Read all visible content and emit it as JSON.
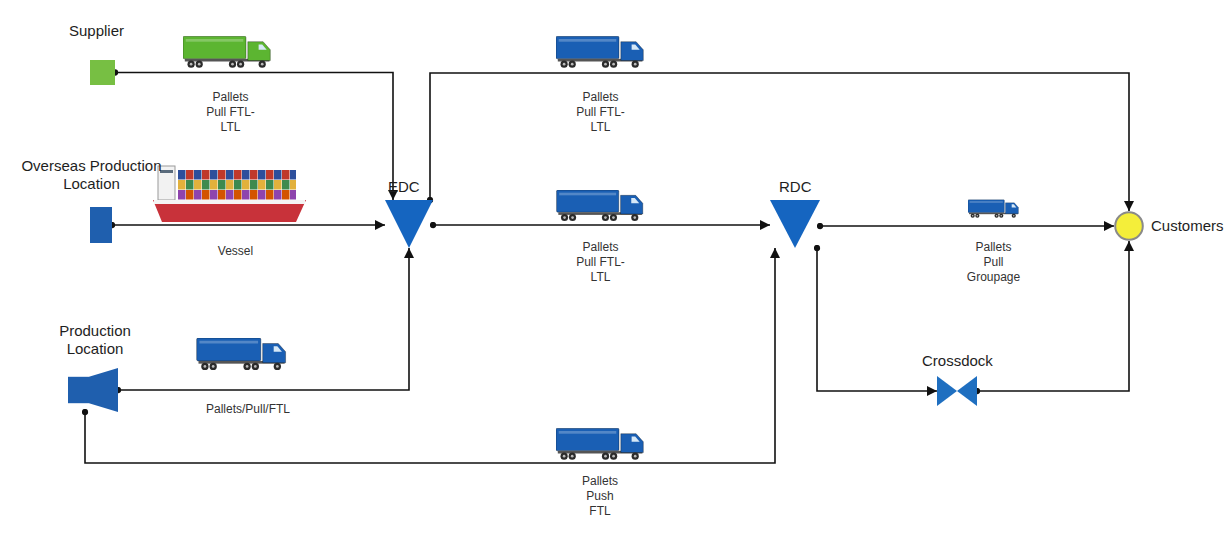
{
  "diagram": {
    "nodes": [
      {
        "text": [
          "Supplier"
        ]
      },
      {
        "text": [
          "Overseas Production Location"
        ]
      },
      {
        "text": [
          "EDC"
        ]
      },
      {
        "text": [
          "RDC"
        ]
      },
      {
        "text": [
          "Customers"
        ]
      },
      {
        "text": [
          "Production Location"
        ]
      },
      {
        "text": [
          "Crossdock"
        ]
      }
    ],
    "edges": [
      {
        "from": 0,
        "to": 2,
        "arrow": "to",
        "label": "Pallets Pull FTL-LTL"
      },
      {
        "from": 2,
        "to": 4,
        "arrow": "to",
        "label": "Pallets Pull FTL-LTL"
      },
      {
        "from": 1,
        "to": 2,
        "arrow": "to",
        "label": "Vessel"
      },
      {
        "from": 2,
        "to": 3,
        "arrow": "to",
        "label": "Pallets Pull FTL-LTL"
      },
      {
        "from": 3,
        "to": 4,
        "arrow": "to",
        "label": "Pallets Pull Groupage"
      },
      {
        "from": 3,
        "to": 6,
        "arrow": "to"
      },
      {
        "from": 6,
        "to": 4,
        "arrow": "to"
      },
      {
        "from": 5,
        "to": 2,
        "arrow": "to",
        "label": "Pallets/Pull/FTL"
      },
      {
        "from": 5,
        "to": 3,
        "arrow": "to",
        "label": "Pallets Push FTL"
      }
    ]
  }
}
